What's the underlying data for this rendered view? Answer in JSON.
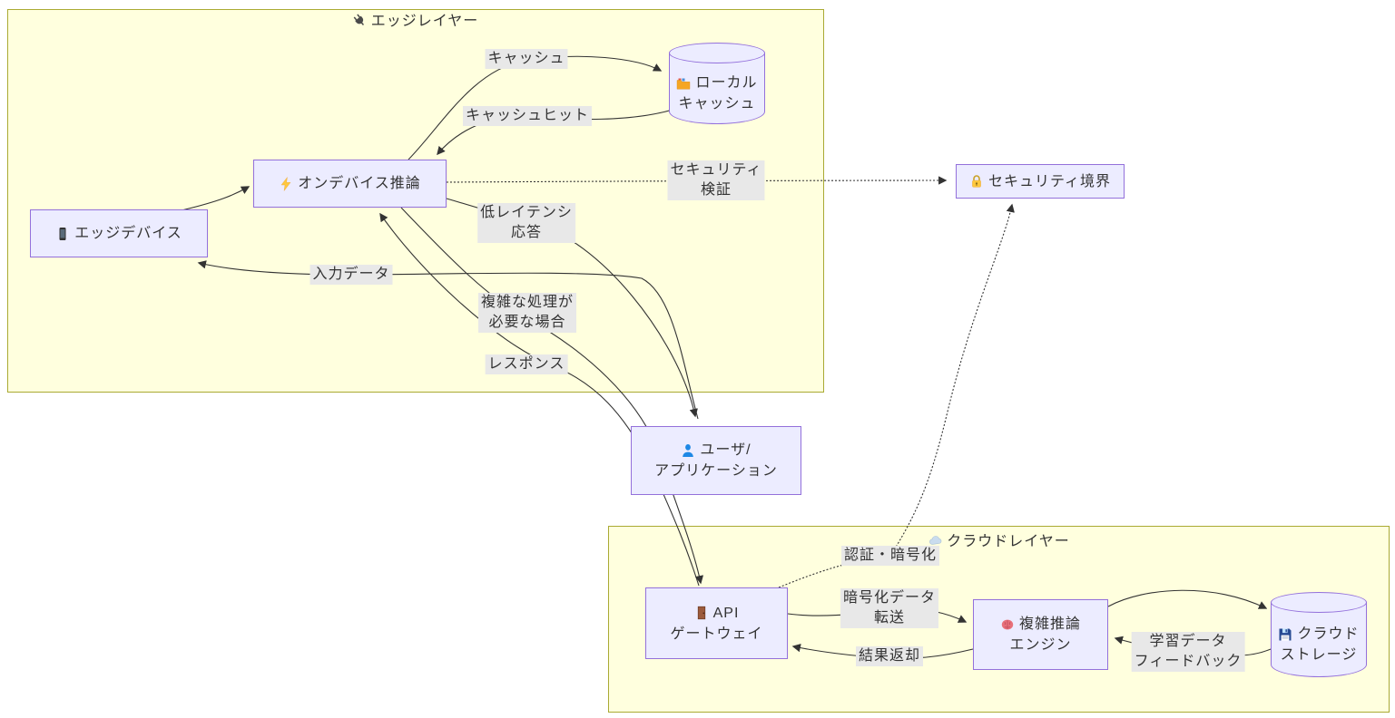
{
  "diagram": {
    "colors": {
      "cluster_fill": "#ffffde",
      "cluster_border": "#aaaa33",
      "node_fill": "#ECECFF",
      "node_border": "#9370DB",
      "edge_line": "#333333",
      "edge_label_bg": "#e8e8e8",
      "text": "#333333",
      "person_icon": "#1E88E5",
      "bolt_icon": "#FFC83D"
    },
    "clusters": {
      "edge_layer": {
        "icon": "plug-icon",
        "label": "エッジレイヤー"
      },
      "cloud_layer": {
        "icon": "cloud-icon",
        "label": "クラウドレイヤー"
      }
    },
    "nodes": {
      "edge_device": {
        "icon": "mobile-phone-icon",
        "shape": "rect",
        "lines": [
          "エッジデバイス"
        ]
      },
      "on_device_inference": {
        "icon": "lightning-icon",
        "shape": "rect",
        "lines": [
          "オンデバイス推論"
        ]
      },
      "local_cache": {
        "icon": "folder-icon",
        "shape": "cylinder",
        "lines": [
          "ローカル",
          "キャッシュ"
        ]
      },
      "security_boundary": {
        "icon": "lock-icon",
        "shape": "rect",
        "lines": [
          "セキュリティ境界"
        ]
      },
      "user_application": {
        "icon": "person-icon",
        "shape": "rect",
        "lines": [
          "ユーザ/",
          "アプリケーション"
        ]
      },
      "api_gateway": {
        "icon": "door-icon",
        "shape": "rect",
        "lines": [
          "API",
          "ゲートウェイ"
        ]
      },
      "inference_engine": {
        "icon": "brain-icon",
        "shape": "rect",
        "lines": [
          "複雑推論",
          "エンジン"
        ]
      },
      "cloud_storage": {
        "icon": "floppy-disk-icon",
        "shape": "cylinder",
        "lines": [
          "クラウド",
          "ストレージ"
        ]
      }
    },
    "edges": [
      {
        "from": "edge_device",
        "to": "on_device_inference",
        "label": "",
        "style": "solid"
      },
      {
        "from": "on_device_inference",
        "to": "local_cache",
        "label": "キャッシュ",
        "style": "solid",
        "label_lines": [
          "キャッシュ"
        ]
      },
      {
        "from": "local_cache",
        "to": "on_device_inference",
        "label": "キャッシュヒット",
        "style": "solid",
        "label_lines": [
          "キャッシュヒット"
        ]
      },
      {
        "from": "on_device_inference",
        "to": "security_boundary",
        "label": "セキュリティ検証",
        "style": "dotted",
        "label_lines": [
          "セキュリティ",
          "検証"
        ]
      },
      {
        "from": "on_device_inference",
        "to": "user_application",
        "label": "低レイテンシ応答",
        "style": "solid",
        "label_lines": [
          "低レイテンシ",
          "応答"
        ]
      },
      {
        "from": "user_application",
        "to": "edge_device",
        "label": "入力データ",
        "style": "solid",
        "label_lines": [
          "入力データ"
        ]
      },
      {
        "from": "on_device_inference",
        "to": "api_gateway",
        "label": "複雑な処理が必要な場合",
        "style": "solid",
        "label_lines": [
          "複雑な処理が",
          "必要な場合"
        ]
      },
      {
        "from": "api_gateway",
        "to": "on_device_inference",
        "label": "レスポンス",
        "style": "solid",
        "label_lines": [
          "レスポンス"
        ]
      },
      {
        "from": "api_gateway",
        "to": "security_boundary",
        "label": "認証・暗号化",
        "style": "dotted",
        "label_lines": [
          "認証・暗号化"
        ]
      },
      {
        "from": "api_gateway",
        "to": "inference_engine",
        "label": "暗号化データ転送",
        "style": "solid",
        "label_lines": [
          "暗号化データ",
          "転送"
        ]
      },
      {
        "from": "inference_engine",
        "to": "api_gateway",
        "label": "結果返却",
        "style": "solid",
        "label_lines": [
          "結果返却"
        ]
      },
      {
        "from": "inference_engine",
        "to": "cloud_storage",
        "label": "",
        "style": "solid"
      },
      {
        "from": "cloud_storage",
        "to": "inference_engine",
        "label": "学習データフィードバック",
        "style": "solid",
        "label_lines": [
          "学習データ",
          "フィードバック"
        ]
      }
    ]
  }
}
